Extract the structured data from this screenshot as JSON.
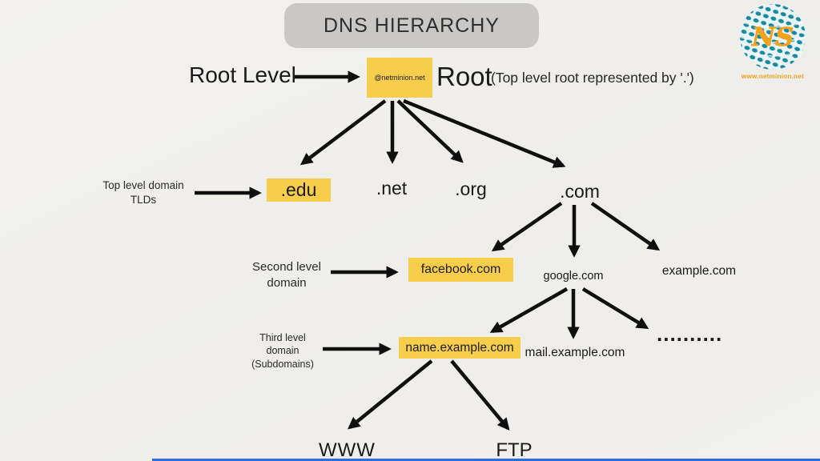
{
  "title": "DNS HIERARCHY",
  "logo": {
    "monogram": "NS",
    "site": "www.netminion.net"
  },
  "colors": {
    "highlight": "#F6CE4B",
    "title_bg": "#C9C8C6",
    "arrow": "#0F0F0F",
    "logo_globe": "#1789A0",
    "logo_text": "#F2A21B",
    "bottom_bar": "#2E6CE3",
    "background": "#F0EFED"
  },
  "root": {
    "level_label": "Root Level",
    "box_text": "@netminion.net",
    "name": "Root",
    "note": "(Top level root represented by '.')"
  },
  "tld": {
    "label": [
      "Top level domain",
      "TLDs"
    ],
    "nodes": [
      ".edu",
      ".net",
      ".org",
      ".com"
    ]
  },
  "second_level": {
    "label": [
      "Second level",
      "domain"
    ],
    "nodes": [
      "facebook.com",
      "google.com",
      "example.com"
    ]
  },
  "third_level": {
    "label": [
      "Third level",
      "domain",
      "(Subdomains)"
    ],
    "nodes": [
      "name.example.com",
      "mail.example.com",
      ".........."
    ]
  },
  "fourth_level": {
    "nodes": [
      "WWW",
      "FTP"
    ]
  }
}
